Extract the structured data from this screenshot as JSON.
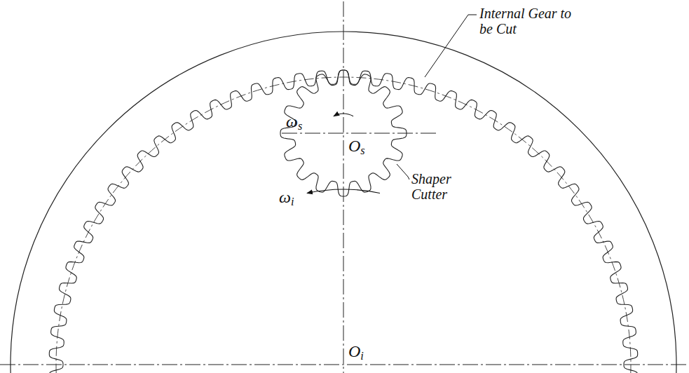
{
  "diagram": {
    "labels": [
      "Internal Gear to be Cut",
      "Shaper Cutter",
      "ωs",
      "Os",
      "ωi",
      "Oi"
    ]
  }
}
